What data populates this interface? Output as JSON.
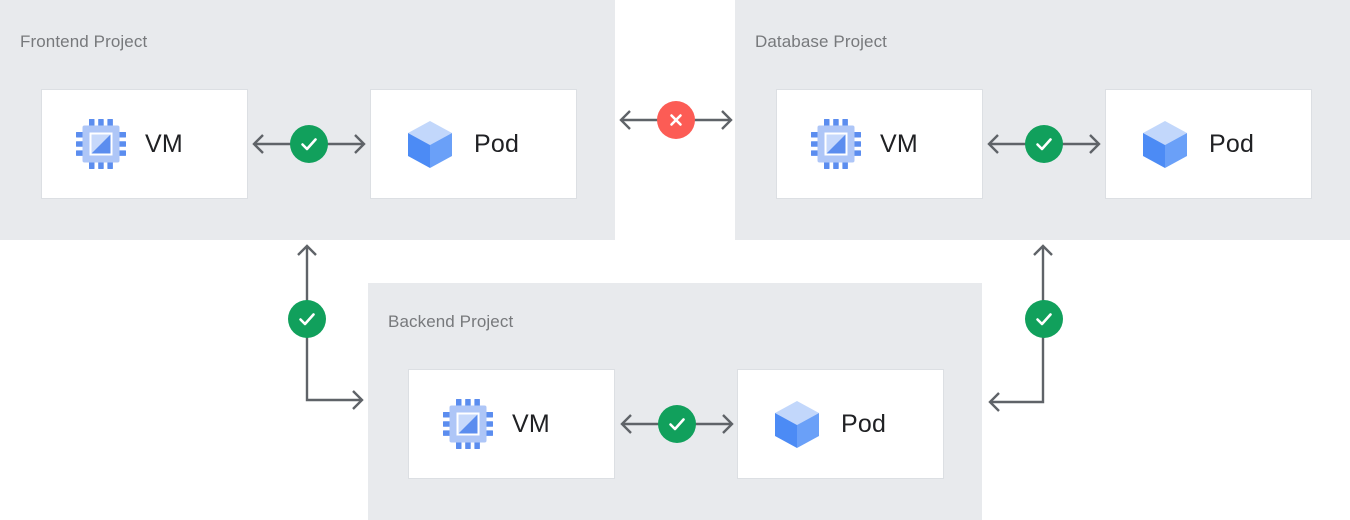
{
  "diagram": {
    "title_text_color": "#77797c",
    "panel_background": "#e8eaed",
    "card_background": "#ffffff",
    "card_border_color": "#dcdfe3",
    "connector_color": "#5f6368",
    "ok_color": "#11a05c",
    "blocked_color": "#fc5c55",
    "canvas_background": "#ffffff"
  },
  "panels": [
    {
      "id": "frontend",
      "title": "Frontend Project",
      "resources": [
        {
          "id": "frontend-vm",
          "label": "VM",
          "icon": "vm-chip-icon"
        },
        {
          "id": "frontend-pod",
          "label": "Pod",
          "icon": "pod-cube-icon"
        }
      ]
    },
    {
      "id": "database",
      "title": "Database Project",
      "resources": [
        {
          "id": "database-vm",
          "label": "VM",
          "icon": "vm-chip-icon"
        },
        {
          "id": "database-pod",
          "label": "Pod",
          "icon": "pod-cube-icon"
        }
      ]
    },
    {
      "id": "backend",
      "title": "Backend Project",
      "resources": [
        {
          "id": "backend-vm",
          "label": "VM",
          "icon": "vm-chip-icon"
        },
        {
          "id": "backend-pod",
          "label": "Pod",
          "icon": "pod-cube-icon"
        }
      ]
    }
  ],
  "connections": [
    {
      "id": "frontend-internal",
      "from": "frontend-vm",
      "to": "frontend-pod",
      "status": "allowed",
      "badge_icon": "check-icon",
      "direction": "bidirectional"
    },
    {
      "id": "frontend-to-database",
      "from": "frontend",
      "to": "database",
      "status": "blocked",
      "badge_icon": "x-icon",
      "direction": "bidirectional"
    },
    {
      "id": "database-internal",
      "from": "database-vm",
      "to": "database-pod",
      "status": "allowed",
      "badge_icon": "check-icon",
      "direction": "bidirectional"
    },
    {
      "id": "backend-internal",
      "from": "backend-vm",
      "to": "backend-pod",
      "status": "allowed",
      "badge_icon": "check-icon",
      "direction": "bidirectional"
    },
    {
      "id": "backend-to-frontend",
      "from": "backend",
      "to": "frontend",
      "status": "allowed",
      "badge_icon": "check-icon",
      "direction": "bidirectional"
    },
    {
      "id": "backend-to-database",
      "from": "backend",
      "to": "database",
      "status": "allowed",
      "badge_icon": "check-icon",
      "direction": "bidirectional"
    }
  ]
}
